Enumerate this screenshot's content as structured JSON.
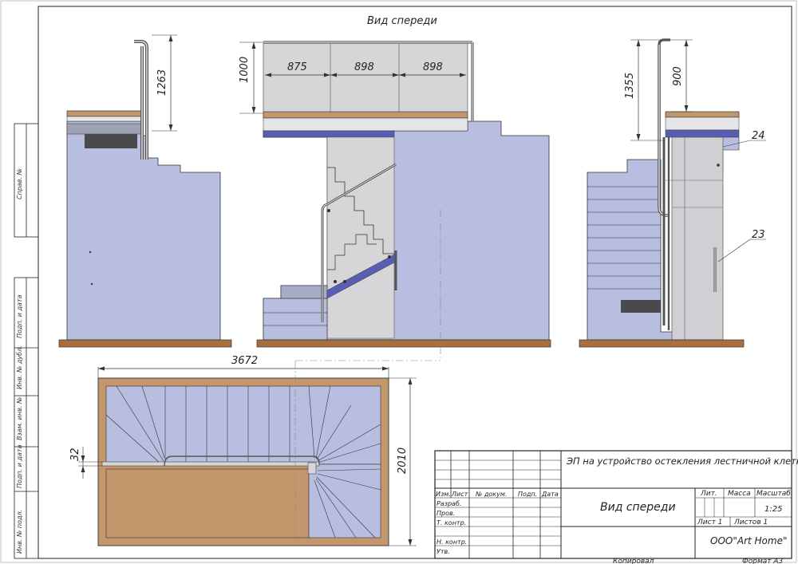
{
  "view_title": "Вид спереди",
  "dimensions": {
    "left_railing": "1263",
    "front_rail_height": "1000",
    "front_panel_1": "875",
    "front_panel_2": "898",
    "front_panel_3": "898",
    "right_total": "1355",
    "right_railing": "900",
    "plan_width": "3672",
    "plan_depth": "2010",
    "plan_offset": "32"
  },
  "callouts": {
    "item_24": "24",
    "item_23": "23"
  },
  "side_stamp": {
    "sprav": "Справ. №",
    "podp_data_1": "Подп. и дата",
    "inv_dubl": "Инв. № дубл.",
    "vzam_inv": "Взам. инв. №",
    "podp_data_2": "Подп. и дата",
    "inv_podl": "Инв. № подл."
  },
  "title_block": {
    "project_title": "ЭП на устройство остекления лестничной клетки",
    "drawing_name": "Вид спереди",
    "col_izm": "Изм.",
    "col_list": "Лист",
    "col_doc": "№ докум.",
    "col_podp": "Подп.",
    "col_data": "Дата",
    "row_razrab": "Разраб.",
    "row_prov": "Пров.",
    "row_tkontr": "Т. контр.",
    "row_nkontr": "Н. контр.",
    "row_utv": "Утв.",
    "lit": "Лит.",
    "massa": "Масса",
    "masshtab": "Масштаб",
    "scale_value": "1:25",
    "list_label": "Лист 1",
    "listov_label": "Листов 1",
    "company": "ООО\"Art Home\"",
    "kopiroval": "Копировал",
    "format": "Формат А3"
  },
  "colors": {
    "wall": "#b8bedf",
    "glass": "#d6d6d9",
    "wood": "#c4966c",
    "floor": "#a8703f",
    "beam": "#5a5db4",
    "dark": "#4a4a4e"
  }
}
